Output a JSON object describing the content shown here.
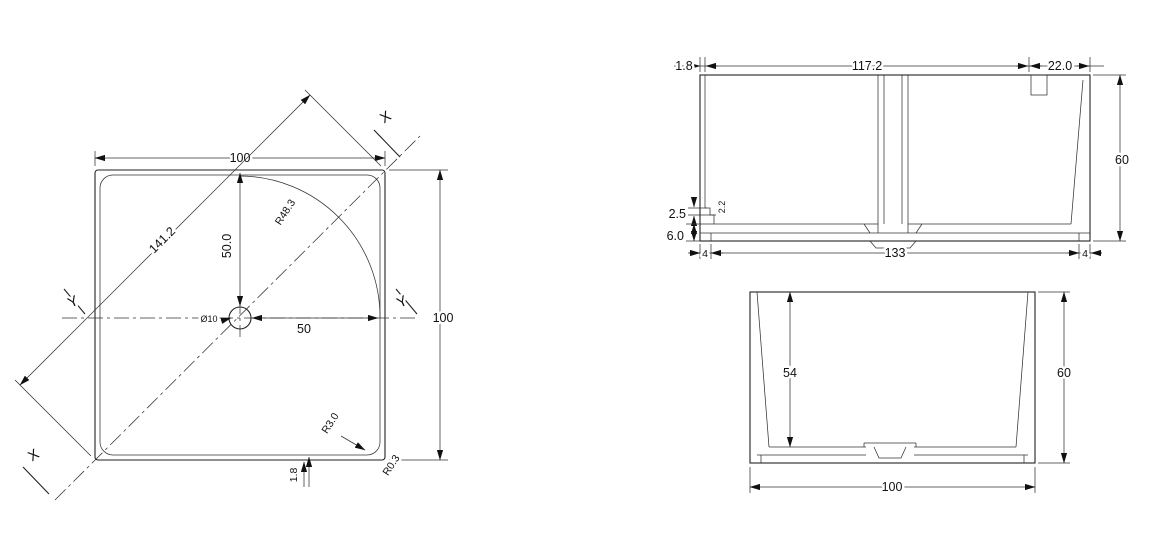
{
  "plan": {
    "width": "100",
    "height": "100",
    "diagonal": "141.2",
    "half_v": "50.0",
    "half_h": "50",
    "drain": "Ø10",
    "arc_radius": "R48.3",
    "fillet_inner": "R3.0",
    "fillet_outer": "R0.3",
    "thickness": "1.8",
    "section_x": "X",
    "section_y": "Y"
  },
  "front": {
    "wall": "1.8",
    "inner_width": "117.2",
    "right_offset": "22.0",
    "height": "60",
    "step_a": "2.5",
    "step_b": "2.2",
    "base": "6.0",
    "foot_left": "4",
    "floor": "133",
    "foot_right": "4"
  },
  "side": {
    "inner_depth": "54",
    "height": "60",
    "width": "100"
  }
}
